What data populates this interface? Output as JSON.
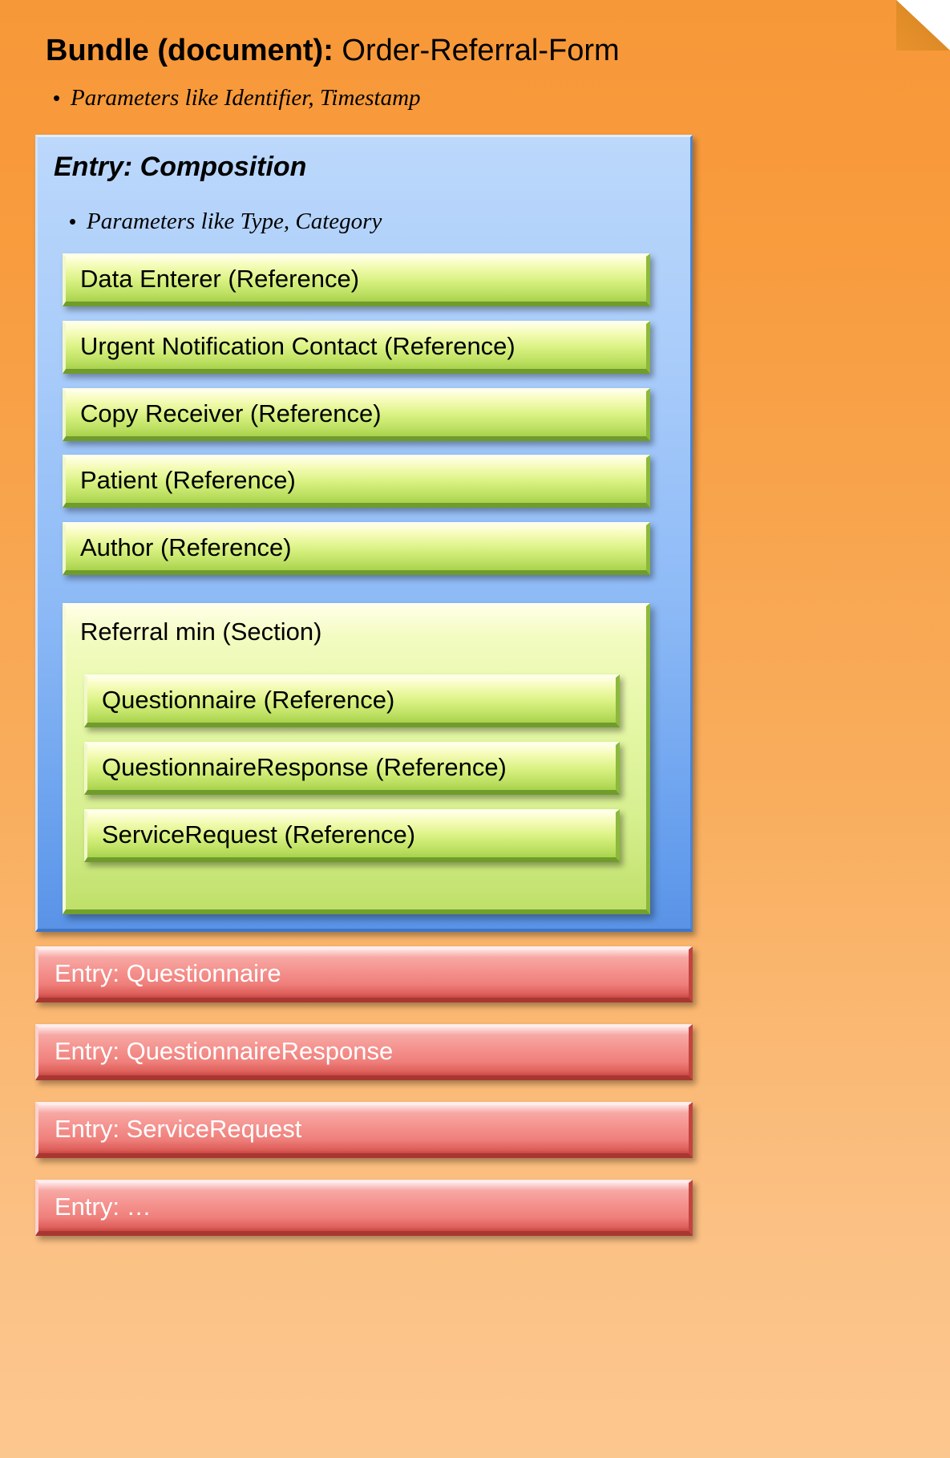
{
  "diagram": {
    "type": "fhir-bundle-structure",
    "colors": {
      "bundle_orange": "#f89c3f",
      "composition_blue": "#a9ccfa",
      "reference_green": "#c9e96f",
      "section_green": "#e6f8a8",
      "entry_red": "#f59591",
      "fold_shadow": "#d9831f"
    },
    "bundle": {
      "title_strong": "Bundle (document):",
      "title_light": " Order-Referral-Form",
      "bullet": "Parameters like Identifier, Timestamp",
      "bullet_glyph": "•"
    },
    "composition": {
      "title": "Entry: Composition",
      "bullet": "Parameters like Type, Category",
      "bullet_glyph": "•",
      "references": [
        {
          "label": "Data Enterer (Reference)"
        },
        {
          "label": "Urgent Notification Contact (Reference)"
        },
        {
          "label": "Copy Receiver (Reference)"
        },
        {
          "label": "Patient (Reference)"
        },
        {
          "label": "Author (Reference)"
        }
      ],
      "section": {
        "label": "Referral min (Section)",
        "references": [
          {
            "label": "Questionnaire (Reference)"
          },
          {
            "label": "QuestionnaireResponse (Reference)"
          },
          {
            "label": "ServiceRequest (Reference)"
          }
        ]
      }
    },
    "entries": [
      {
        "label": "Entry: Questionnaire"
      },
      {
        "label": "Entry: QuestionnaireResponse"
      },
      {
        "label": "Entry: ServiceRequest"
      },
      {
        "label": "Entry: …"
      }
    ]
  }
}
